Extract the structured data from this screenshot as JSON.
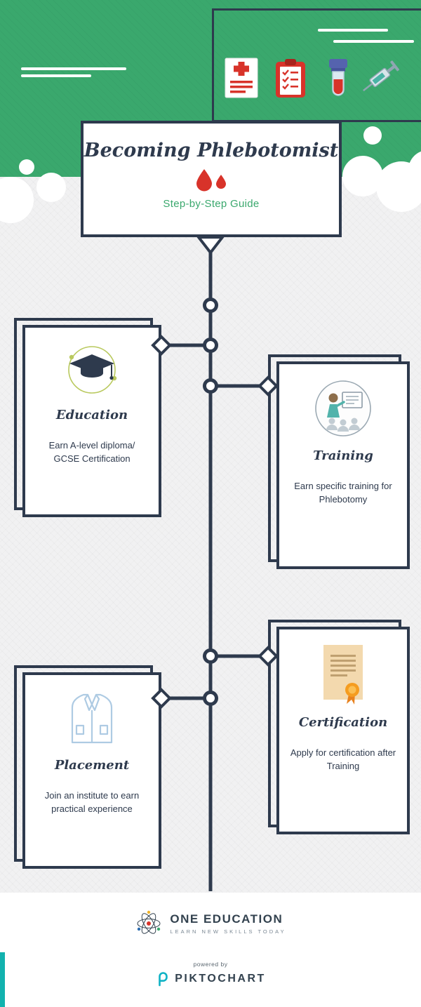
{
  "colors": {
    "green": "#3aa86d",
    "navy": "#2e3a4d",
    "red": "#d8332a",
    "orange": "#f59c1f",
    "teal": "#0fb2c5",
    "beige": "#f3d9ae",
    "bg_gray": "#f1f1f2"
  },
  "header": {
    "decor_icons": [
      {
        "name": "medical-report-icon"
      },
      {
        "name": "checklist-clipboard-icon"
      },
      {
        "name": "blood-vial-icon"
      },
      {
        "name": "syringe-icon"
      }
    ]
  },
  "title_card": {
    "title": "Becoming Phlebotomist",
    "subtitle": "Step-by-Step Guide",
    "icon": "blood-drops-icon"
  },
  "steps": [
    {
      "title": "Education",
      "description": "Earn A-level diploma/\nGCSE Certification",
      "icon": "graduation-cap-icon",
      "side": "left"
    },
    {
      "title": "Training",
      "description": "Earn specific training for\nPhlebotomy",
      "icon": "classroom-training-icon",
      "side": "right"
    },
    {
      "title": "Certification",
      "description": "Apply for certification after\nTraining",
      "icon": "certificate-icon",
      "side": "right"
    },
    {
      "title": "Placement",
      "description": "Join an institute to earn\npractical experience",
      "icon": "lab-coat-icon",
      "side": "left"
    }
  ],
  "footer": {
    "brand": "ONE EDUCATION",
    "tagline": "LEARN NEW SKILLS TODAY",
    "powered_by_label": "powered by",
    "powered_by_brand": "PIKTOCHART"
  }
}
